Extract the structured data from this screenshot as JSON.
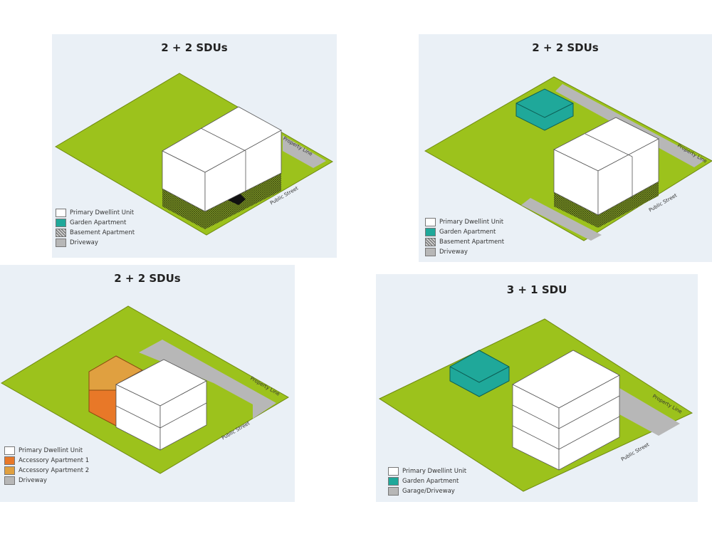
{
  "colors": {
    "lot": "#9cc21c",
    "panel": "#eaf0f6",
    "unit": "#ffffff",
    "garden": "#1fa89a",
    "basement": "#5b6b1a",
    "driveway": "#b7b7b7",
    "accessory1": "#e87828",
    "accessory2": "#e0a040"
  },
  "panels": [
    {
      "title": "2 + 2 SDUs",
      "legend": [
        {
          "label": "Primary Dwellint Unit",
          "swatch": "unit"
        },
        {
          "label": "Garden Apartment",
          "swatch": "garden"
        },
        {
          "label": "Basement Apartment",
          "swatch": "basement"
        },
        {
          "label": "Driveway",
          "swatch": "driveway"
        }
      ],
      "property_line": "Property Line",
      "public_street": "Public Street"
    },
    {
      "title": "2 + 2 SDUs",
      "legend": [
        {
          "label": "Primary Dwellint Unit",
          "swatch": "unit"
        },
        {
          "label": "Garden Apartment",
          "swatch": "garden"
        },
        {
          "label": "Basement Apartment",
          "swatch": "basement"
        },
        {
          "label": "Driveway",
          "swatch": "driveway"
        }
      ],
      "property_line": "Property Line",
      "public_street": "Public Street"
    },
    {
      "title": "2 + 2 SDUs",
      "legend": [
        {
          "label": "Primary Dwellint Unit",
          "swatch": "unit"
        },
        {
          "label": "Accessory Apartment 1",
          "swatch": "accessory1"
        },
        {
          "label": "Accessory Apartment 2",
          "swatch": "accessory2"
        },
        {
          "label": "Driveway",
          "swatch": "driveway"
        }
      ],
      "property_line": "Property Line",
      "public_street": "Public Street"
    },
    {
      "title": "3 + 1 SDU",
      "legend": [
        {
          "label": "Primary Dwellint Unit",
          "swatch": "unit"
        },
        {
          "label": "Garden Apartment",
          "swatch": "garden"
        },
        {
          "label": "Garage/Driveway",
          "swatch": "driveway"
        }
      ],
      "property_line": "Property Line",
      "public_street": "Public Street"
    }
  ]
}
